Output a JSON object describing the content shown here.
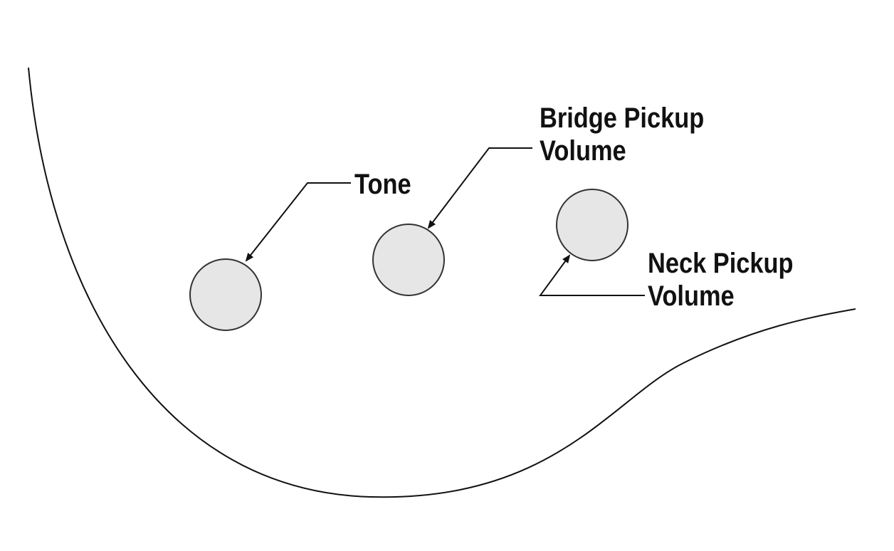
{
  "labels": {
    "tone": "Tone",
    "bridge_pickup_line1": "Bridge Pickup",
    "bridge_pickup_line2": "Volume",
    "neck_pickup_line1": "Neck Pickup",
    "neck_pickup_line2": "Volume"
  },
  "colors": {
    "knob_fill": "#e6e6e6",
    "stroke": "#111111",
    "background": "#ffffff"
  }
}
